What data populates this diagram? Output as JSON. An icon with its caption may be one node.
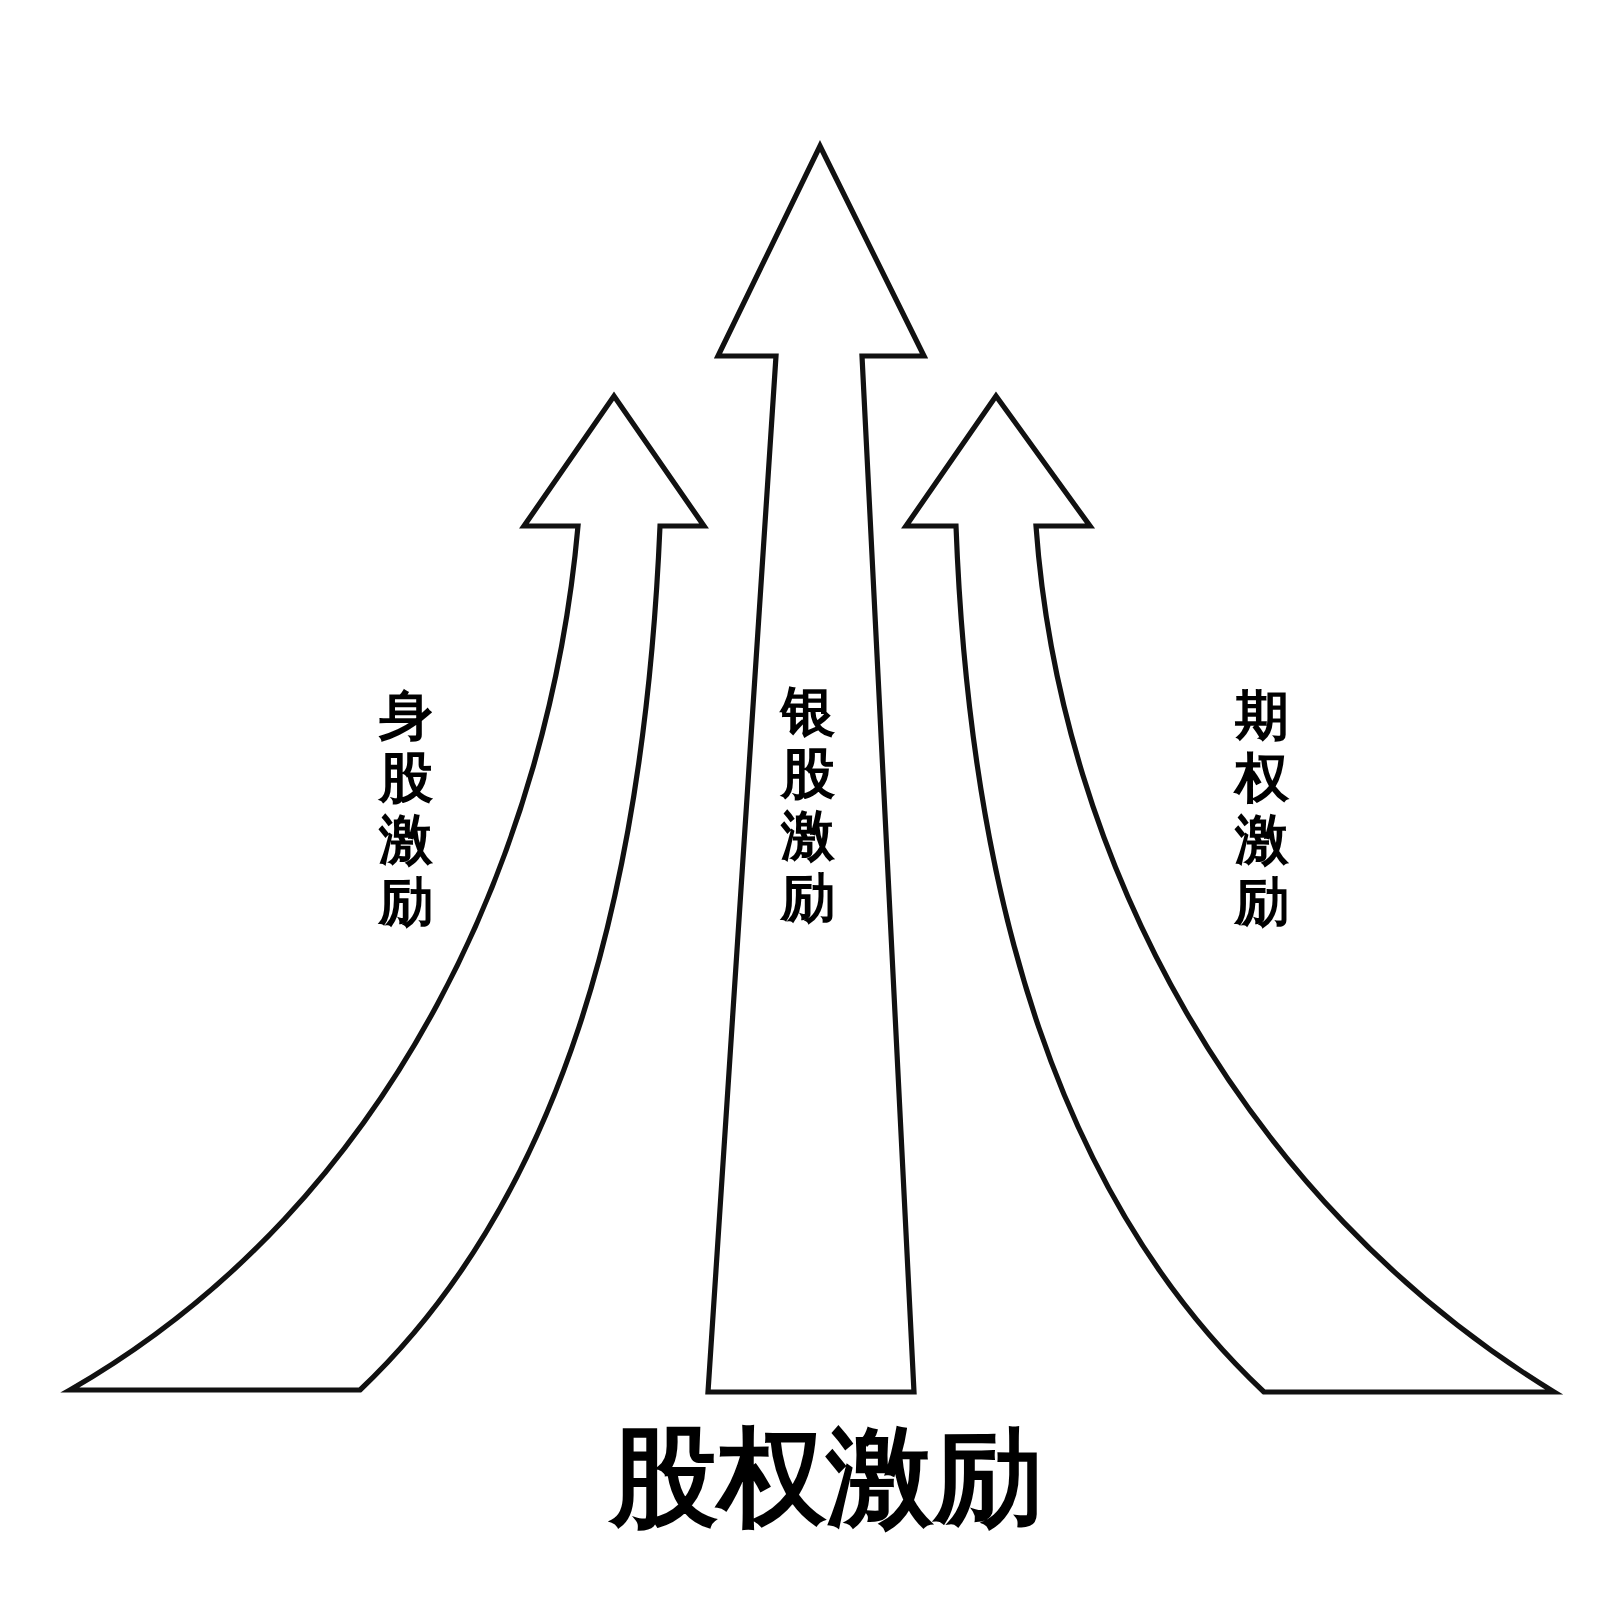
{
  "diagram": {
    "title": "股权激励",
    "nodes": [
      {
        "text": [],
        "shape": "arrow",
        "beside": [
          "身股激励"
        ]
      },
      {
        "text": [
          "银股激励"
        ]
      },
      {
        "text": [],
        "shape": "arrow",
        "beside": [
          "期权激励"
        ]
      }
    ]
  }
}
